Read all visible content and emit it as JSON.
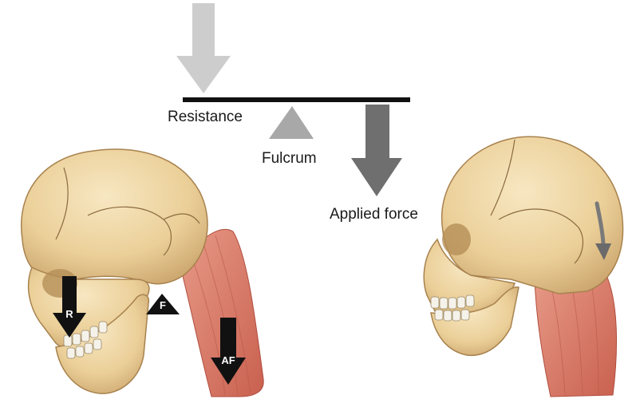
{
  "lever": {
    "resistance_label": "Resistance",
    "fulcrum_label": "Fulcrum",
    "applied_force_label": "Applied force"
  },
  "left_head": {
    "resistance_tag": "R",
    "fulcrum_tag": "F",
    "applied_force_tag": "AF"
  },
  "colors": {
    "beam": "#111111",
    "resistance_arrow": "#cccccc",
    "fulcrum_triangle": "#a6a6a6",
    "applied_force_arrow": "#6e6e6e",
    "skull_bone": "#efd9a8",
    "skull_shadow": "#c9a36b",
    "muscle": "#d97c6a",
    "tag_arrow": "#111111"
  }
}
